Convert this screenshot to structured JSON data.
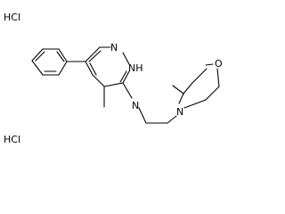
{
  "molecule": {
    "salt_labels": {
      "top": "HCl",
      "bottom": "HCl"
    },
    "atom_labels": {
      "ring_n": "N",
      "ring_nh": "NH",
      "amine_n": "N",
      "morpholine_n": "N",
      "morpholine_o": "O"
    }
  },
  "colors": {
    "ink": "#000000",
    "background": "#ffffff"
  }
}
